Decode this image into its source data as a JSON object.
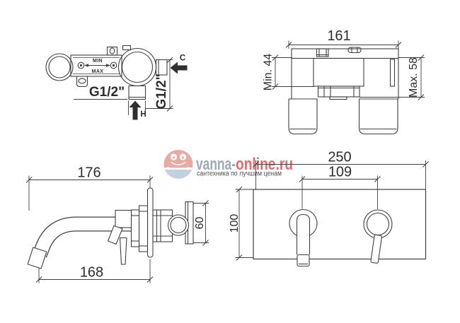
{
  "meta": {
    "background": "#ffffff",
    "line_color": "#3f3f3f",
    "text_color": "#2d2d2d"
  },
  "top_left_drawing": {
    "name": "concealed valve body - front view",
    "labels": {
      "min": "MIN",
      "max": "MAX",
      "thread_bottom": "G1/2\"",
      "thread_side": "G1/2\"",
      "cold_inlet": "C",
      "hot_inlet": "H"
    }
  },
  "top_right_drawing": {
    "name": "concealed valve body - top view",
    "dims": {
      "width": "161",
      "min_depth": "Min. 44",
      "max_depth": "Max. 58"
    }
  },
  "bottom_left_drawing": {
    "name": "mixer with spout - side view",
    "dims": {
      "reach_top": "176",
      "reach_bottom": "168",
      "body_height": "60"
    }
  },
  "bottom_right_drawing": {
    "name": "mixer - front view",
    "dims": {
      "plate_width": "250",
      "centers_distance": "109",
      "plate_height": "100"
    }
  },
  "watermark": {
    "brand_prefix": "vanna-",
    "brand_suffix": "online.ru",
    "tagline": "сантехника по лучшим ценам",
    "colors": {
      "prefix": "#8d9bac",
      "suffix": "#e15252",
      "tagline": "#a3bccd",
      "logo_top": "#e89b93",
      "logo_bottom": "#b7cadb"
    }
  }
}
